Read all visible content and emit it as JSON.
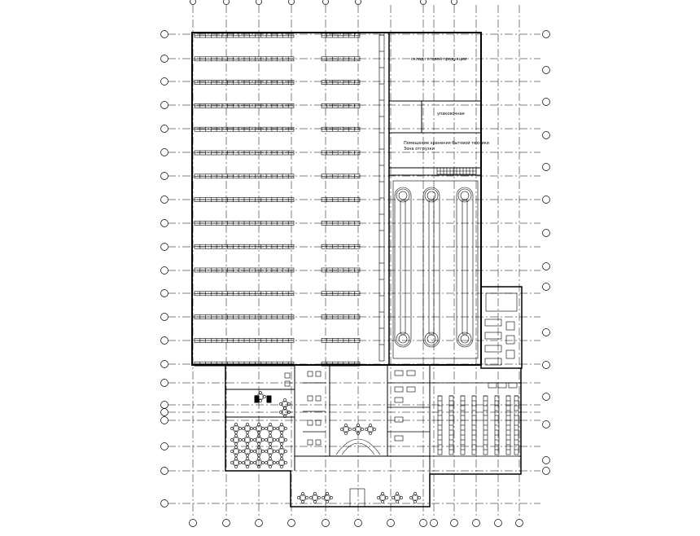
{
  "rooms": {
    "storage": "склад готовой продукции",
    "packaging": "упаковочная",
    "dispatch_line1": "Помещение хранения бытовой техники",
    "dispatch_line2": "Зона отгрузки"
  }
}
